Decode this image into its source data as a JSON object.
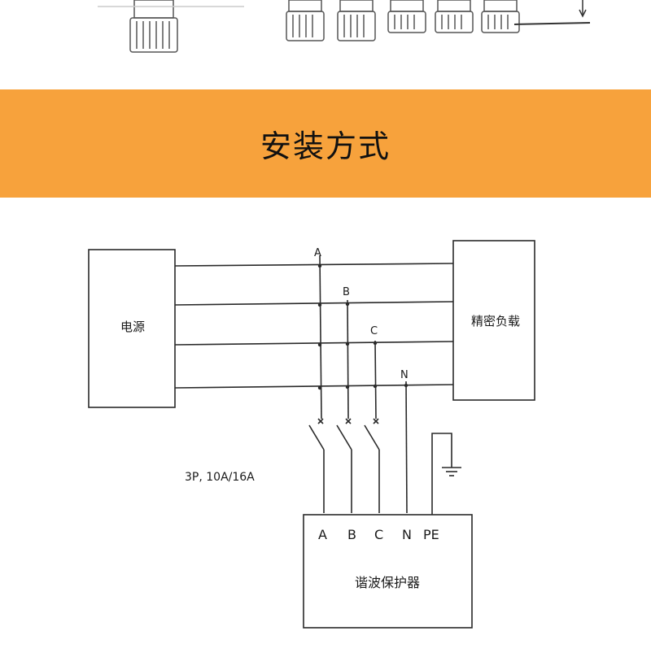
{
  "colors": {
    "banner": "#f7a23c",
    "line": "#2a2a2a",
    "text": "#1a1a1a"
  },
  "banner": {
    "title": "安装方式"
  },
  "diagram": {
    "power_source": "电源",
    "load": "精密负载",
    "phases": [
      "A",
      "B",
      "C",
      "N"
    ],
    "rating": "3P, 10A/16A",
    "protector": {
      "label": "谐波保护器",
      "terminals": [
        "A",
        "B",
        "C",
        "N",
        "PE"
      ]
    }
  }
}
